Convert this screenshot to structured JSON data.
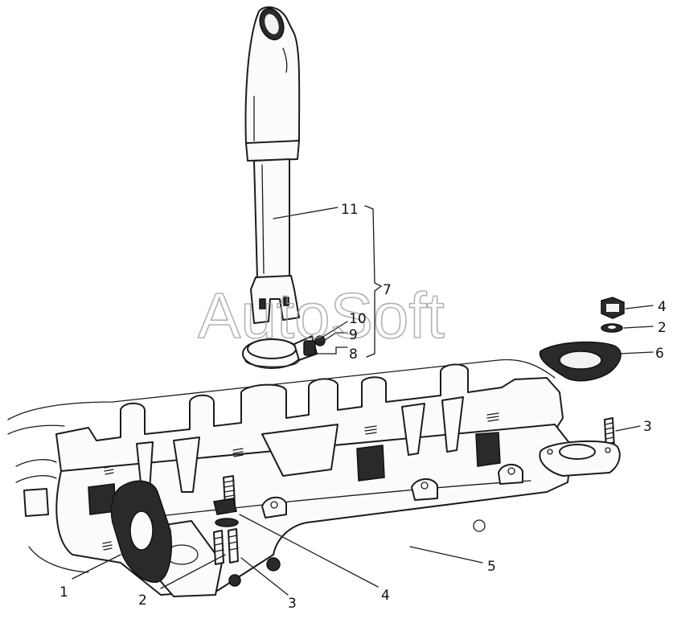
{
  "watermark": "AutoSoft",
  "callouts": [
    {
      "id": "11",
      "label": "11"
    },
    {
      "id": "7",
      "label": "7"
    },
    {
      "id": "10",
      "label": "10"
    },
    {
      "id": "9",
      "label": "9"
    },
    {
      "id": "8",
      "label": "8"
    },
    {
      "id": "4-nut",
      "label": "4"
    },
    {
      "id": "2-washer",
      "label": "2"
    },
    {
      "id": "6",
      "label": "6"
    },
    {
      "id": "3-stud-right",
      "label": "3"
    },
    {
      "id": "5",
      "label": "5"
    },
    {
      "id": "1",
      "label": "1"
    },
    {
      "id": "2-left",
      "label": "2"
    },
    {
      "id": "3-left",
      "label": "3"
    },
    {
      "id": "4-bottom",
      "label": "4"
    }
  ],
  "colors": {
    "ink": "#1c1c1c",
    "paper": "#ffffff",
    "watermark": "#9a9a9a"
  }
}
